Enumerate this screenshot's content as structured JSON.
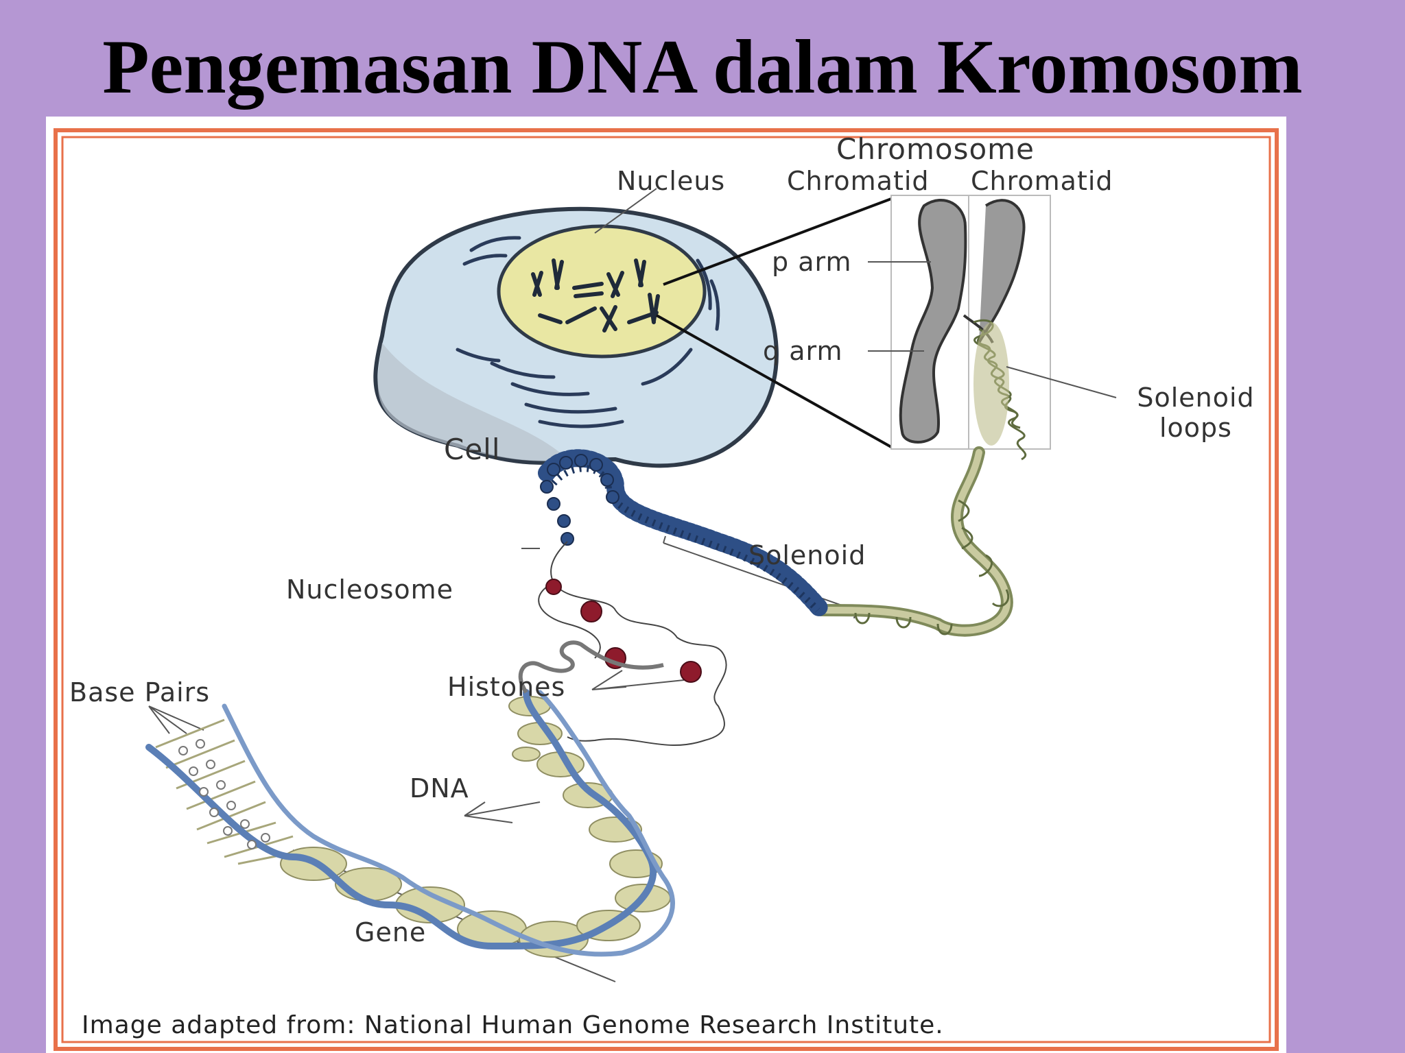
{
  "slide": {
    "title": "Pengemasan DNA dalam Kromosom"
  },
  "diagram": {
    "labels": {
      "chromosome": "Chromosome",
      "nucleus": "Nucleus",
      "chromatid_left": "Chromatid",
      "chromatid_right": "Chromatid",
      "p_arm": "p arm",
      "q_arm": "q arm",
      "solenoid_loops_line1": "Solenoid",
      "solenoid_loops_line2": "loops",
      "cell": "Cell",
      "solenoid": "Solenoid",
      "nucleosome": "Nucleosome",
      "histones": "Histones",
      "base_pairs": "Base Pairs",
      "dna": "DNA",
      "gene": "Gene"
    },
    "credit": "Image adapted from: National Human Genome Research Institute."
  },
  "colors": {
    "background": "#b597d3",
    "frame_orange": "#e8714a",
    "cell_fill": "#cfe0ec",
    "nucleus_fill": "#e9e7a3",
    "chromosome_fill": "#9a9a9a",
    "nucleosome_blue": "#2e4f86",
    "histone_red": "#8e1b2c",
    "dna_blue": "#5b7fb6",
    "dna_rungs": "#d8d7a8"
  }
}
